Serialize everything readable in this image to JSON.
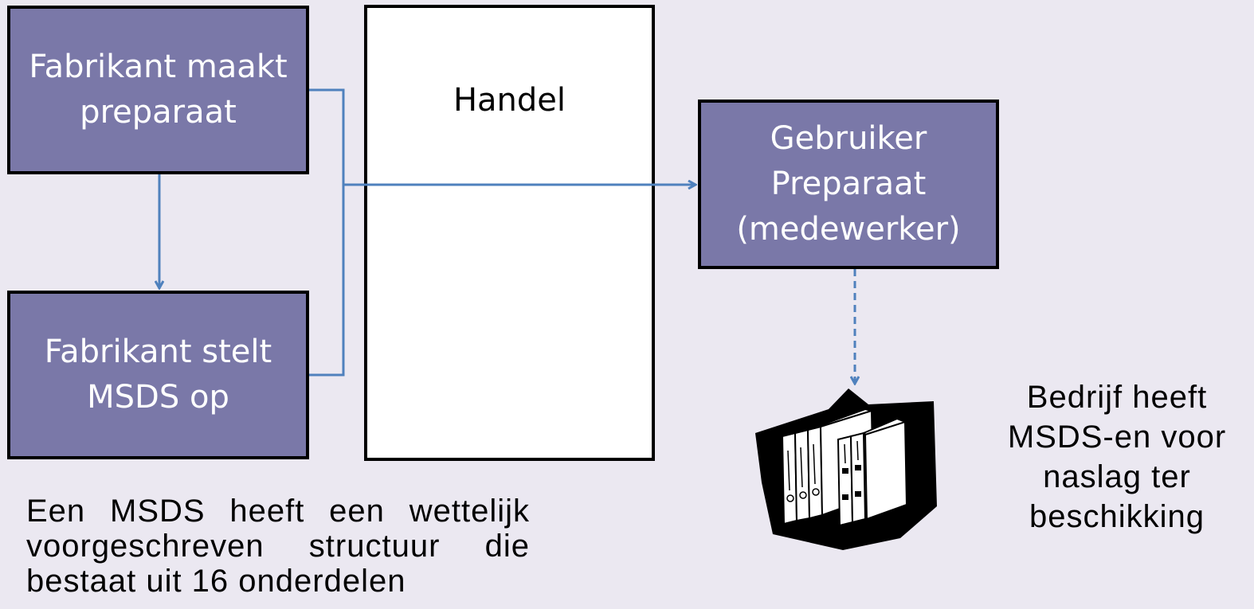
{
  "diagram": {
    "box_maker": {
      "line1": "Fabrikant maakt",
      "line2": "preparaat"
    },
    "box_msds": {
      "line1": "Fabrikant stelt",
      "line2": "MSDS op"
    },
    "box_trade": {
      "label": "Handel"
    },
    "box_user": {
      "line1": "Gebruiker",
      "line2": "Preparaat",
      "line3": "(medewerker)"
    }
  },
  "note": {
    "line1": "Een MSDS heeft een wettelijk",
    "line2": "voorgeschreven structuur die",
    "line3": "bestaat uit 16 onderdelen"
  },
  "side_text": {
    "line1": "Bedrijf heeft",
    "line2": "MSDS-en voor",
    "line3": "naslag ter",
    "line4": "beschikking"
  },
  "icons": {
    "archive": "binders-icon"
  },
  "colors": {
    "box_fill": "#7a78a8",
    "connector": "#4f81bd",
    "background": "#ebe8f1"
  }
}
